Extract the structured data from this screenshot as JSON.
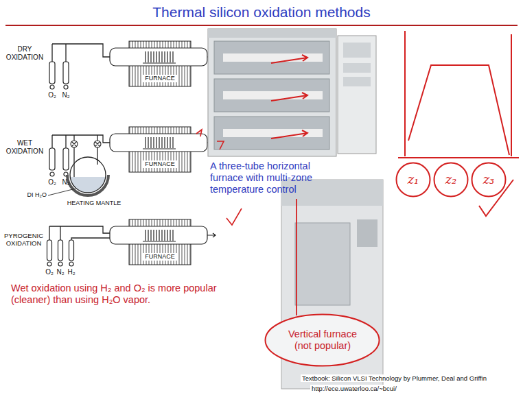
{
  "diagram": {
    "title": "Thermal silicon oxidation methods",
    "nodes": [
      {
        "text": [
          "FURNACE"
        ]
      },
      {
        "text": [
          "FURNACE"
        ]
      },
      {
        "text": [
          "FURNACE"
        ]
      },
      {
        "text": [
          "z₁"
        ]
      },
      {
        "text": [
          "z₂"
        ]
      },
      {
        "text": [
          "z₃"
        ]
      },
      {
        "text": [
          "Vertical furnace (not popular)"
        ]
      }
    ],
    "labels": [
      "DRY OXIDATION",
      "O₂",
      "N₂",
      "WET OXIDATION",
      "O₂",
      "N₂",
      "DI H₂O",
      "HEATING MANTLE",
      "PYROGENIC OXIDATION",
      "O₂",
      "N₂",
      "H₂",
      "A three-tube horizontal furnace with multi-zone temperature control",
      "Wet oxidation using H₂ and O₂ is more popular (cleaner) than using H₂O vapor.",
      "Textbook: Silicon VLSI Technology by Plummer, Deal and Griffin",
      "http://ece.uwaterloo.ca/~bcui/"
    ]
  }
}
